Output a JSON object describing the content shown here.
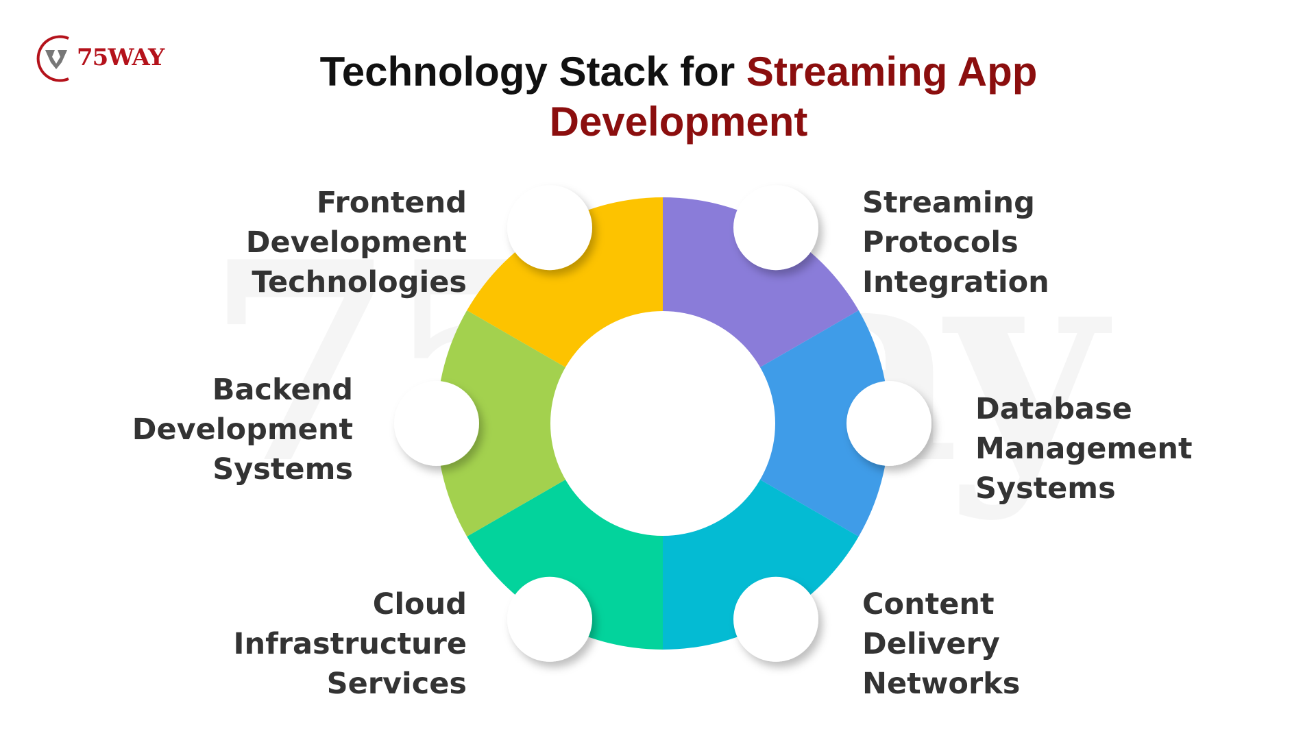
{
  "logo": {
    "text": "75WAY"
  },
  "title": {
    "part1": "Technology Stack for ",
    "part2": "Streaming App",
    "part3": "Development"
  },
  "watermark": "75way",
  "colors": {
    "accent": "#8b0e0e",
    "frontend": "#FDC300",
    "streaming": "#8A7CD9",
    "database": "#3F9CE8",
    "cdn": "#04BBD3",
    "cloud": "#03D39C",
    "backend": "#A3D14E"
  },
  "items": [
    {
      "lines": [
        "Frontend",
        "Development",
        "Technologies"
      ]
    },
    {
      "lines": [
        "Streaming",
        "Protocols",
        "Integration"
      ]
    },
    {
      "lines": [
        "Backend",
        "Development",
        "Systems"
      ]
    },
    {
      "lines": [
        "Database",
        "Management",
        "Systems"
      ]
    },
    {
      "lines": [
        "Cloud",
        "Infrastructure",
        "Services"
      ]
    },
    {
      "lines": [
        "Content",
        "Delivery",
        "Networks"
      ]
    }
  ]
}
